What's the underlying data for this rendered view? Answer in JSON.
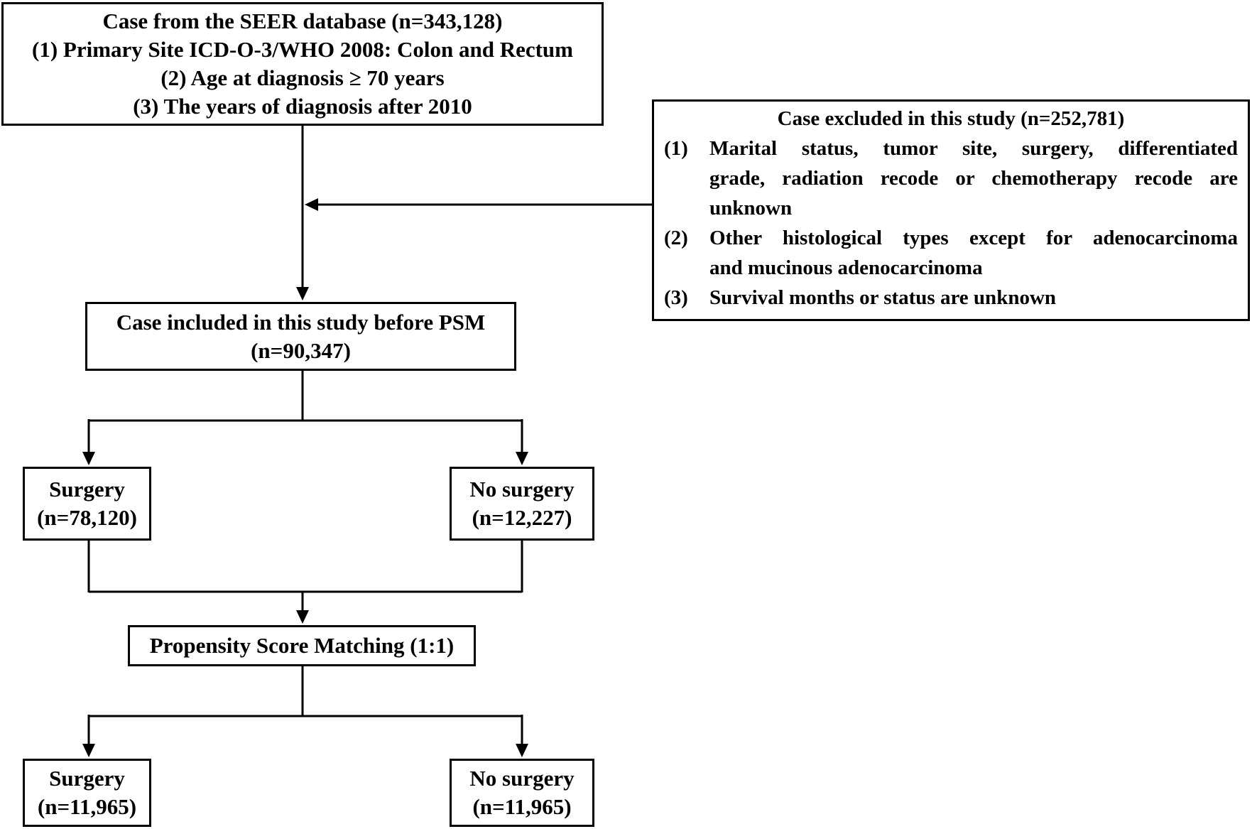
{
  "figure": {
    "colors": {
      "line": "#000000",
      "text": "#000000",
      "background": "#ffffff"
    },
    "boxes": {
      "source": {
        "lines": [
          "Case from the SEER database (n=343,128)",
          "(1) Primary Site ICD-O-3/WHO 2008: Colon and Rectum",
          "(2) Age at diagnosis ≥ 70 years",
          "(3) The years of diagnosis after 2010"
        ]
      },
      "excluded": {
        "title": "Case excluded in this study (n=252,781)",
        "items": [
          {
            "num": "(1)",
            "text": "Marital status, tumor site, surgery, differentiated grade, radiation recode or chemotherapy recode are unknown",
            "lines": [
              "Marital status, tumor site, surgery, differentiated",
              "grade, radiation recode or chemotherapy recode are",
              "unknown"
            ]
          },
          {
            "num": "(2)",
            "text": "Other histological types except for adenocarcinoma and mucinous adenocarcinoma",
            "lines": [
              "Other histological types except for adenocarcinoma",
              "and mucinous adenocarcinoma"
            ]
          },
          {
            "num": "(3)",
            "text": "Survival months or status are unknown",
            "lines": [
              "Survival months or status are unknown"
            ]
          }
        ]
      },
      "included": {
        "lines": [
          "Case included in this study before PSM",
          "(n=90,347)"
        ]
      },
      "surgery_pre": {
        "lines": [
          "Surgery",
          "(n=78,120)"
        ]
      },
      "no_surgery_pre": {
        "lines": [
          "No surgery",
          "(n=12,227)"
        ]
      },
      "psm": {
        "lines": [
          "Propensity Score Matching (1:1)"
        ]
      },
      "surgery_post": {
        "lines": [
          "Surgery",
          "(n=11,965)"
        ]
      },
      "no_surgery_post": {
        "lines": [
          "No surgery",
          "(n=11,965)"
        ]
      }
    }
  }
}
